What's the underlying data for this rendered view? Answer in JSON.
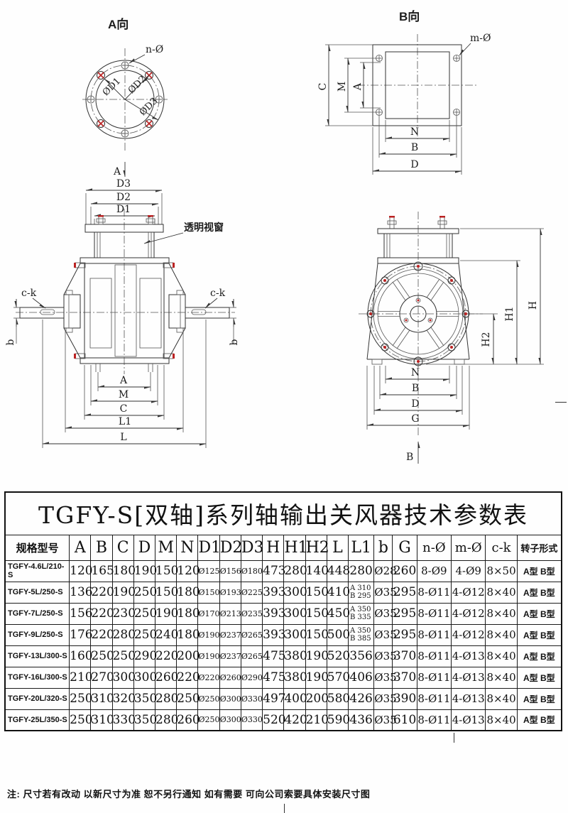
{
  "colors": {
    "line": "#333333",
    "accent_red": "#bb2222",
    "background": "#fefefe"
  },
  "drawings": {
    "view_a": {
      "title": "A向",
      "bolt_label": "n-Ø",
      "dia1": "ØD1",
      "dia2": "ØD2",
      "dia3": "ØD3",
      "section_arrow": "A"
    },
    "view_b": {
      "title": "B向",
      "bolt_label": "m-Ø",
      "dim_c": "C",
      "dim_m": "M",
      "dim_a": "A",
      "dim_n": "N",
      "dim_b": "B",
      "dim_d": "D"
    },
    "front": {
      "dim_d3": "D3",
      "dim_d2": "D2",
      "dim_d1": "D1",
      "window_label": "透明视窗",
      "keyway_left": "c-k",
      "keyway_right": "c-k",
      "shaft_dia_left": "b",
      "shaft_dia_right": "b",
      "dim_a": "A",
      "dim_m": "M",
      "dim_c": "C",
      "dim_l1": "L1",
      "dim_l": "L"
    },
    "side": {
      "dim_h": "H",
      "dim_h1": "H1",
      "dim_h2": "H2",
      "dim_n": "N",
      "dim_b": "B",
      "dim_d": "D",
      "dim_g": "G",
      "section_arrow": "B"
    }
  },
  "table": {
    "title": "TGFY-S[双轴]系列轴输出关风器技术参数表",
    "headers": [
      "规格型号",
      "A",
      "B",
      "C",
      "D",
      "M",
      "N",
      "D1",
      "D2",
      "D3",
      "H",
      "H1",
      "H2",
      "L",
      "L1",
      "b",
      "G",
      "n-Ø",
      "m-Ø",
      "c-k",
      "转子形式"
    ],
    "rows": [
      [
        "TGFY-4.6L/210-S",
        "120",
        "165",
        "180",
        "190",
        "150",
        "120",
        "Ø125",
        "Ø156",
        "Ø180",
        "473",
        "280",
        "140",
        "448",
        "280",
        "Ø28",
        "260",
        "8-Ø9",
        "4-Ø9",
        "8×50",
        "A型 B型"
      ],
      [
        "TGFY-5L/250-S",
        "136",
        "220",
        "190",
        "250",
        "150",
        "180",
        "Ø150",
        "Ø193",
        "Ø225",
        "393",
        "300",
        "150",
        "410",
        "A 310|B 295",
        "Ø35",
        "295",
        "8-Ø11",
        "4-Ø12",
        "8×40",
        "A型 B型"
      ],
      [
        "TGFY-7L/250-S",
        "156",
        "220",
        "230",
        "250",
        "190",
        "180",
        "Ø170",
        "Ø213",
        "Ø235",
        "393",
        "300",
        "150",
        "450",
        "A 350|B 335",
        "Ø35",
        "295",
        "8-Ø11",
        "4-Ø12",
        "8×40",
        "A型 B型"
      ],
      [
        "TGFY-9L/250-S",
        "176",
        "220",
        "280",
        "250",
        "240",
        "180",
        "Ø190",
        "Ø237",
        "Ø265",
        "393",
        "300",
        "150",
        "500",
        "A 350|B 385",
        "Ø35",
        "295",
        "8-Ø11",
        "4-Ø12",
        "8×40",
        "A型 B型"
      ],
      [
        "TGFY-13L/300-S",
        "160",
        "250",
        "250",
        "290",
        "220",
        "200",
        "Ø190",
        "Ø237",
        "Ø265",
        "475",
        "380",
        "190",
        "520",
        "356",
        "Ø35",
        "370",
        "8-Ø11",
        "4-Ø13",
        "8×40",
        "A型 B型"
      ],
      [
        "TGFY-16L/300-S",
        "210",
        "270",
        "300",
        "300",
        "260",
        "220",
        "Ø220",
        "Ø260",
        "Ø290",
        "475",
        "380",
        "190",
        "570",
        "406",
        "Ø35",
        "370",
        "8-Ø11",
        "4-Ø13",
        "8×40",
        "A型 B型"
      ],
      [
        "TGFY-20L/320-S",
        "250",
        "310",
        "320",
        "350",
        "280",
        "250",
        "Ø250",
        "Ø300",
        "Ø330",
        "497",
        "400",
        "200",
        "580",
        "426",
        "Ø35",
        "390",
        "8-Ø11",
        "4-Ø13",
        "8×40",
        "A型 B型"
      ],
      [
        "TGFY-25L/350-S",
        "250",
        "310",
        "330",
        "350",
        "280",
        "260",
        "Ø250",
        "Ø300",
        "Ø330",
        "520",
        "420",
        "210",
        "590",
        "436",
        "Ø35",
        "610",
        "8-Ø11",
        "4-Ø13",
        "8×40",
        "A型 B型"
      ]
    ]
  },
  "note": "注: 尺寸若有改动  以新尺寸为准  恕不另行通知  如有需要  可向公司索要具体安装尺寸图"
}
